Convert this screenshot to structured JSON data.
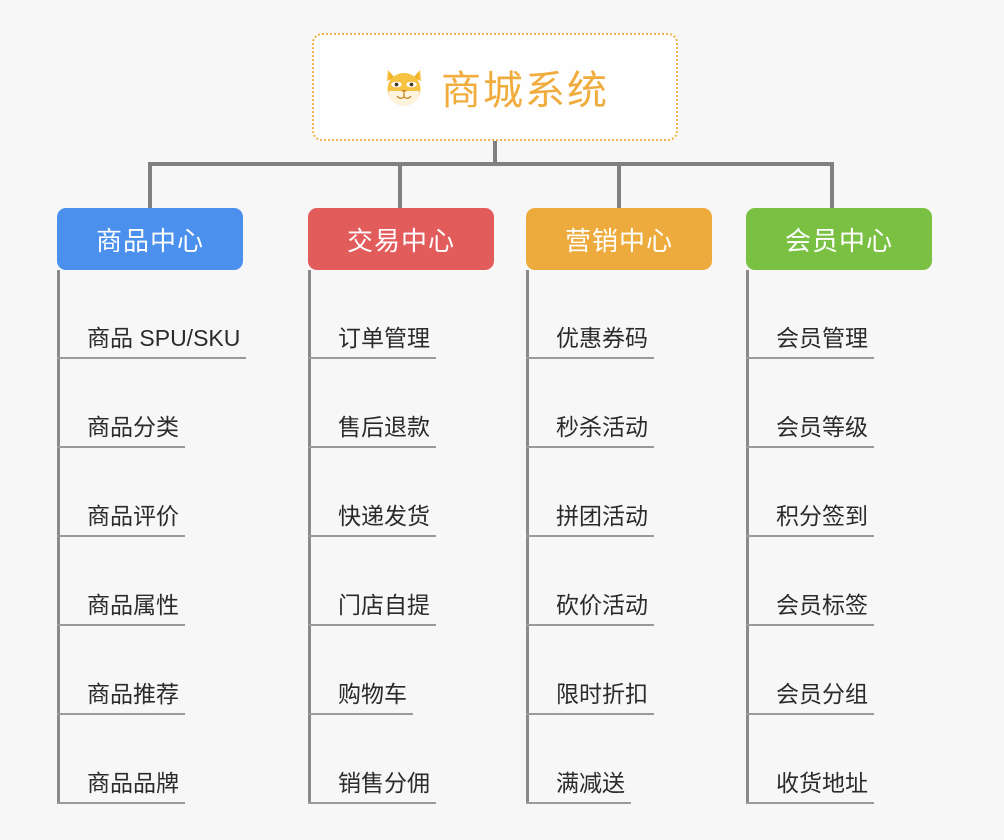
{
  "diagram": {
    "type": "mindmap-org-chart",
    "background_color": "#f7f7f7",
    "root": {
      "title": "商城系统",
      "icon": "dog-face-emoji",
      "icon_glyph": "🐕",
      "text_color": "#f0ad3e",
      "border_color": "#f0b24a",
      "border_style": "dotted"
    },
    "connector_color": "#808080",
    "branches": [
      {
        "label": "商品中心",
        "color": "#4a90ec",
        "items": [
          "商品 SPU/SKU",
          "商品分类",
          "商品评价",
          "商品属性",
          "商品推荐",
          "商品品牌"
        ]
      },
      {
        "label": "交易中心",
        "color": "#e25c5c",
        "items": [
          "订单管理",
          "售后退款",
          "快递发货",
          "门店自提",
          "购物车",
          "销售分佣"
        ]
      },
      {
        "label": "营销中心",
        "color": "#eeab3d",
        "items": [
          "优惠券码",
          "秒杀活动",
          "拼团活动",
          "砍价活动",
          "限时折扣",
          "满减送"
        ]
      },
      {
        "label": "会员中心",
        "color": "#7ac143",
        "items": [
          "会员管理",
          "会员等级",
          "积分签到",
          "会员标签",
          "会员分组",
          "收货地址"
        ]
      }
    ]
  }
}
